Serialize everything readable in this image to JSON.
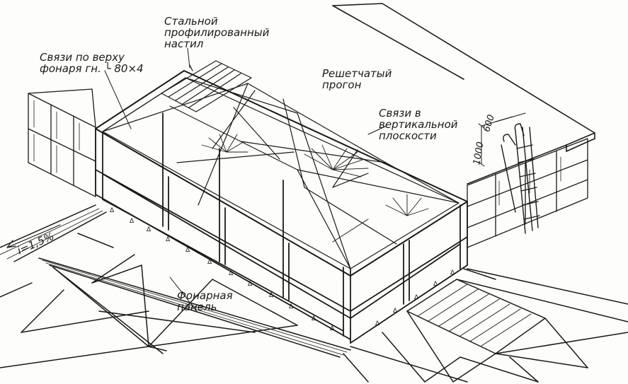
{
  "labels": {
    "steel_deck_line1": "Стальной",
    "steel_deck_line2": "профилированный",
    "steel_deck_line3": "настил",
    "top_bracing_line1": "Связи по верху",
    "top_bracing_line2": "фонаря гн.",
    "top_bracing_size": "80×4",
    "lattice_purlin_line1": "Решетчатый",
    "lattice_purlin_line2": "прогон",
    "vertical_bracing_line1": "Связи в",
    "vertical_bracing_line2": "вертикальной",
    "vertical_bracing_line3": "плоскости",
    "skylight_panel_line1": "Фонарная",
    "skylight_panel_line2": "панель",
    "slope": "i=1,5%",
    "dim_600": "600",
    "dim_1000": "1000"
  }
}
